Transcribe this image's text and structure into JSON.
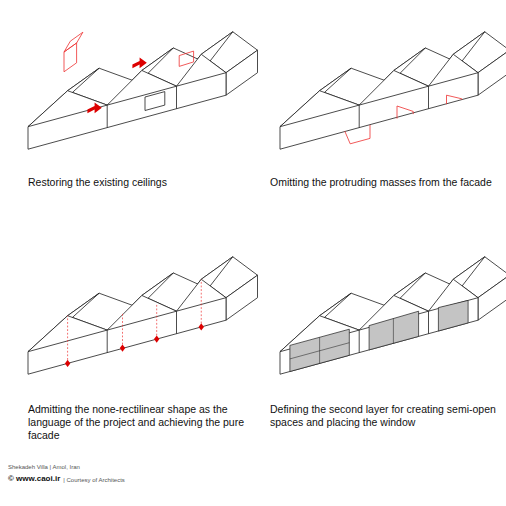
{
  "diagram": {
    "labels": [
      "Restoring the existing ceilings",
      "Omitting the protruding masses from the facade",
      "Admitting the none-rectilinear shape as the language of the project and achieving the pure facade",
      "Defining the second layer for creating semi-open spaces and placing the window",
      "Shekadeh Villa | Amol, Iran",
      "© www.caoi.ir",
      "| Courtesy of Architects"
    ]
  }
}
